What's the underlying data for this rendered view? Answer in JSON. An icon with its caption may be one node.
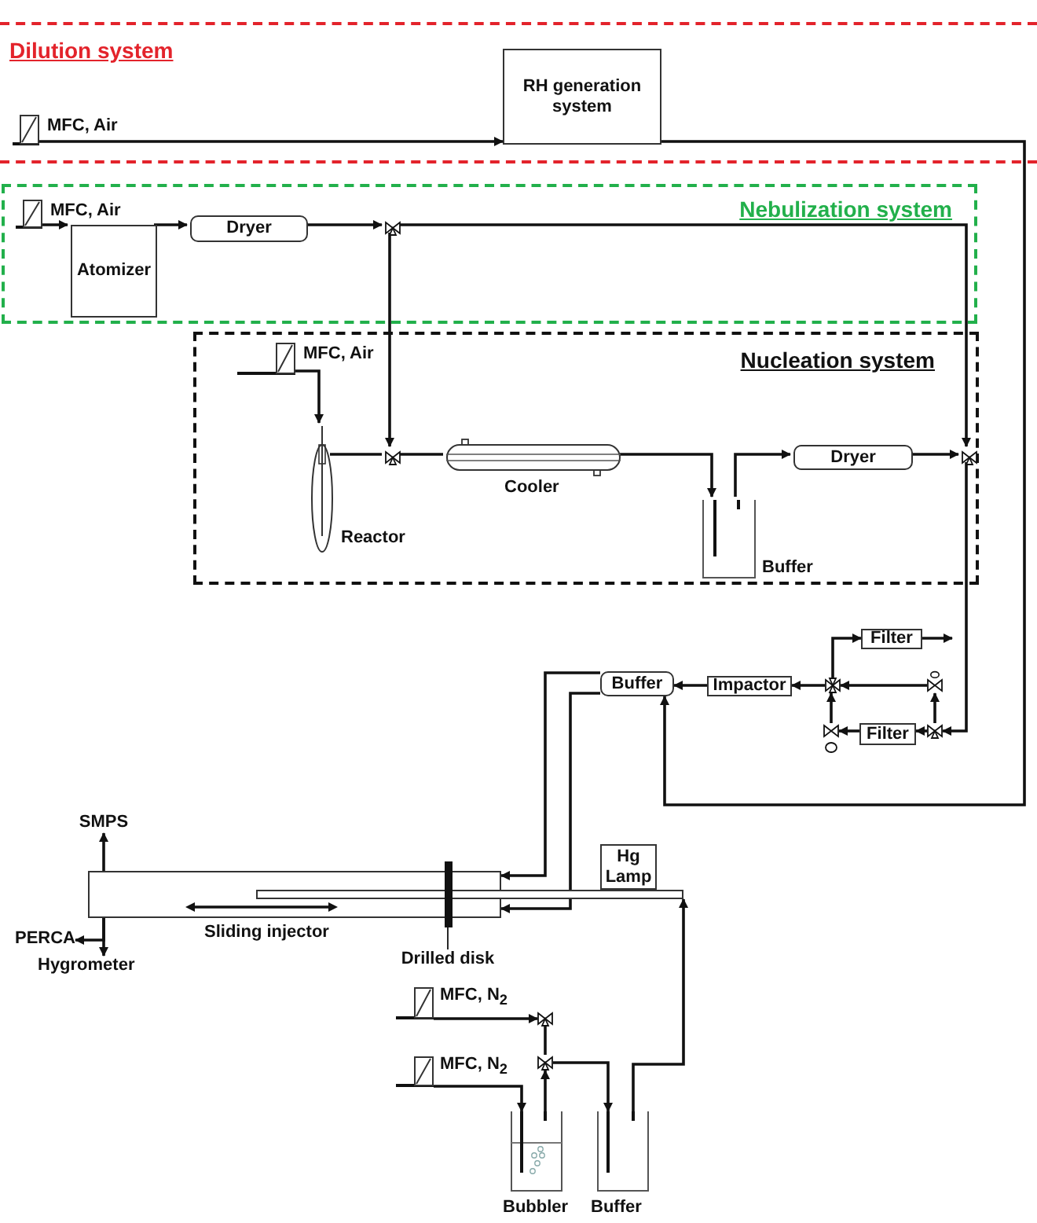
{
  "diagram": {
    "nodes": [
      {
        "text": [
          "Dilution system"
        ]
      },
      {
        "text": [
          "RH generation system"
        ],
        "in": 0
      },
      {
        "text": [],
        "shape": "box",
        "beside": [
          "MFC, Air"
        ],
        "in": 0
      },
      {
        "text": [
          "Nebulization system"
        ]
      },
      {
        "text": [],
        "shape": "box",
        "beside": [
          "MFC, Air"
        ],
        "in": 3
      },
      {
        "text": [
          "Atomizer"
        ],
        "in": 3
      },
      {
        "text": [
          "Dryer"
        ],
        "in": 3
      },
      {
        "text": [],
        "shape": "valve",
        "in": 3
      },
      {
        "text": [
          "Nucleation system"
        ]
      },
      {
        "text": [],
        "shape": "box",
        "beside": [
          "MFC, Air"
        ],
        "in": 8
      },
      {
        "text": [],
        "shape": "tube",
        "beside": [
          "Reactor"
        ],
        "in": 8
      },
      {
        "text": [],
        "shape": "valve",
        "in": 8
      },
      {
        "text": [],
        "shape": "cylinder",
        "beside": [
          "Cooler"
        ],
        "in": 8
      },
      {
        "text": [],
        "shape": "jar",
        "beside": [
          "Buffer"
        ],
        "in": 8
      },
      {
        "text": [
          "Dryer"
        ],
        "in": 8
      },
      {
        "text": [],
        "shape": "valve",
        "in": 8
      },
      {
        "text": [
          "Filter"
        ]
      },
      {
        "text": [
          "Filter"
        ]
      },
      {
        "text": [
          "Impactor"
        ]
      },
      {
        "text": [
          "Buffer"
        ]
      },
      {
        "text": [],
        "shape": "valve"
      },
      {
        "text": [],
        "shape": "valve"
      },
      {
        "text": [],
        "shape": "valve"
      },
      {
        "text": [],
        "shape": "valve"
      },
      {
        "text": [],
        "shape": "tube"
      },
      {
        "text": [],
        "shape": "tube"
      },
      {
        "text": [],
        "shape": "bar"
      },
      {
        "text": [
          "Hg Lamp"
        ]
      },
      {
        "text": [
          "SMPS"
        ]
      },
      {
        "text": [
          "PERCA"
        ]
      },
      {
        "text": [
          "Hygrometer"
        ]
      },
      {
        "text": [
          "Drilled disk"
        ]
      },
      {
        "text": [],
        "shape": "box",
        "beside": [
          "MFC, N$_{2}$"
        ]
      },
      {
        "text": [],
        "shape": "box",
        "beside": [
          "MFC, N$_{2}$"
        ]
      },
      {
        "text": [],
        "shape": "valve"
      },
      {
        "text": [],
        "shape": "valve"
      },
      {
        "text": [],
        "shape": "jar",
        "beside": [
          "Bubbler"
        ]
      },
      {
        "text": [],
        "shape": "jar",
        "beside": [
          "Buffer"
        ]
      }
    ],
    "edges": [
      {
        "from": 2,
        "to": 1,
        "arrow": "to"
      },
      {
        "from": 1,
        "to": 19,
        "arrow": "to"
      },
      {
        "from": 4,
        "to": 5,
        "arrow": "to"
      },
      {
        "from": 5,
        "to": 6,
        "arrow": "to"
      },
      {
        "from": 6,
        "to": 7,
        "arrow": "to"
      },
      {
        "from": 7,
        "to": 15,
        "arrow": "to"
      },
      {
        "from": 7,
        "to": 11,
        "arrow": "to"
      },
      {
        "from": 9,
        "to": 10,
        "arrow": "to"
      },
      {
        "from": 10,
        "to": 11,
        "arrow": "none"
      },
      {
        "from": 11,
        "to": 12,
        "arrow": "none"
      },
      {
        "from": 12,
        "to": 13,
        "arrow": "to"
      },
      {
        "from": 13,
        "to": 14,
        "arrow": "to"
      },
      {
        "from": 14,
        "to": 15,
        "arrow": "to"
      },
      {
        "from": 15,
        "to": 22,
        "arrow": "to"
      },
      {
        "from": 22,
        "to": 17,
        "arrow": "to"
      },
      {
        "from": 17,
        "to": 23,
        "arrow": "to"
      },
      {
        "from": 23,
        "to": 20,
        "arrow": "to"
      },
      {
        "from": 22,
        "to": 21,
        "arrow": "to"
      },
      {
        "from": 21,
        "to": 20,
        "arrow": "to"
      },
      {
        "from": 20,
        "to": 16,
        "arrow": "to"
      },
      {
        "from": 16,
        "to": null,
        "arrow": "to"
      },
      {
        "from": 20,
        "to": 18,
        "arrow": "to"
      },
      {
        "from": 18,
        "to": 19,
        "arrow": "to"
      },
      {
        "from": 19,
        "to": 24,
        "arrow": "to"
      },
      {
        "from": 19,
        "to": 24,
        "arrow": "to"
      },
      {
        "from": 24,
        "to": 28,
        "arrow": "to"
      },
      {
        "from": 24,
        "to": 29,
        "arrow": "to"
      },
      {
        "from": 24,
        "to": 30,
        "arrow": "to"
      },
      {
        "from": 31,
        "to": 26,
        "arrow": "none"
      },
      {
        "from": 32,
        "to": 34,
        "arrow": "to"
      },
      {
        "from": 33,
        "to": 36,
        "arrow": "to"
      },
      {
        "from": 36,
        "to": 35,
        "arrow": "to"
      },
      {
        "from": 34,
        "to": 35,
        "arrow": "none"
      },
      {
        "from": 35,
        "to": 37,
        "arrow": "to"
      },
      {
        "from": 37,
        "to": 25,
        "arrow": "to"
      }
    ],
    "labels": [
      "Sliding injector"
    ]
  }
}
